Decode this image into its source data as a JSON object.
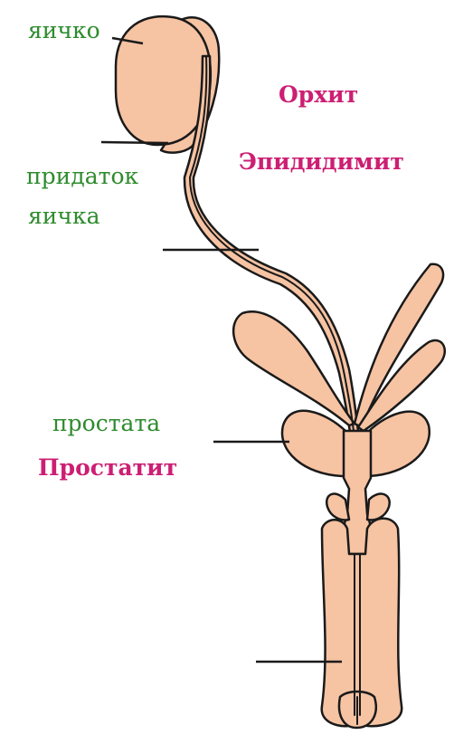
{
  "colors": {
    "organ_fill": "#f6c3a3",
    "outline": "#1a1a1a",
    "label_green": "#2e8b2e",
    "label_magenta": "#cc1f73",
    "background": "#ffffff"
  },
  "labels": {
    "testis": "яичко",
    "epididymis_line1": "придаток",
    "epididymis_line2": "яичка",
    "prostate": "простата"
  },
  "conditions": {
    "orchitis": "Орхит",
    "epididymitis": "Эпидидимит",
    "prostatitis": "Простатит"
  }
}
